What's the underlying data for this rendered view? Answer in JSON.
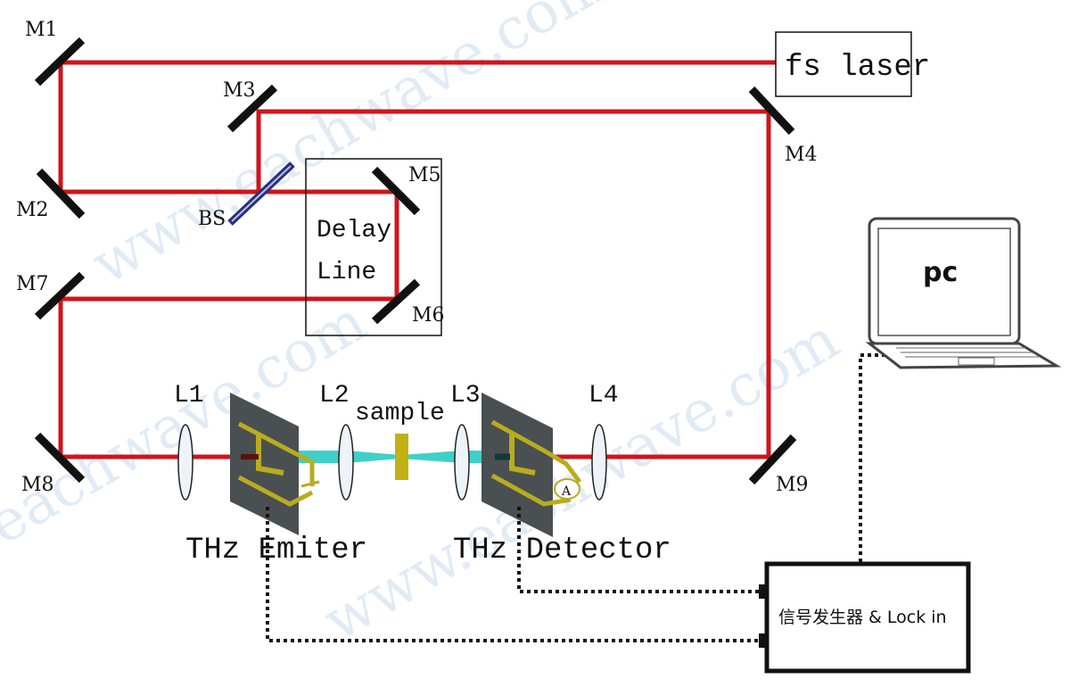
{
  "watermark": "www.eachwave.com",
  "mirrors": [
    "M1",
    "M2",
    "M3",
    "M4",
    "M5",
    "M6",
    "M7",
    "M8",
    "M9"
  ],
  "beam_splitter": "BS",
  "laser": "fs laser",
  "delay_line": [
    "Delay",
    "Line"
  ],
  "lenses": [
    "L1",
    "L2",
    "L3",
    "L4"
  ],
  "sample": "sample",
  "emitter": "THz Emiter",
  "detector": "THz Detector",
  "ammeter": "A",
  "pc": "pc",
  "lockin": "信号发生器 & Lock in",
  "colors": {
    "laser_beam": "#d0141c",
    "thz_beam": "#3fd0c8",
    "antenna": "#b8ac20",
    "substrate": "#4a4f52"
  }
}
